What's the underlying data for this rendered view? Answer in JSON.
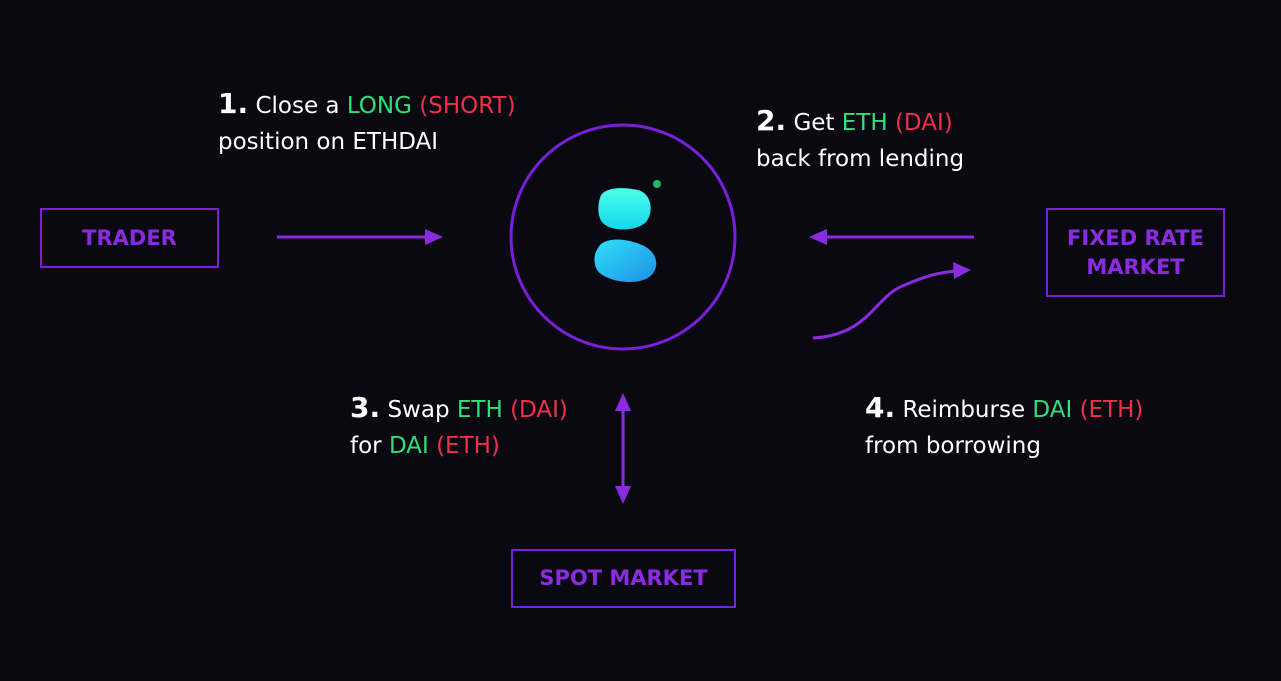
{
  "colors": {
    "background": "#0a0911",
    "purple": "#8a2be2",
    "long_green": "#2fe07a",
    "short_red": "#f0304a",
    "text": "#ffffff"
  },
  "nodes": {
    "trader": "TRADER",
    "fixed_rate_market_line1": "FIXED RATE",
    "fixed_rate_market_line2": "MARKET",
    "spot_market": "SPOT MARKET",
    "center_logo": "g-logo-icon"
  },
  "steps": {
    "s1": {
      "num": "1.",
      "pre": "Close a",
      "green": "LONG",
      "red": "(SHORT)",
      "line2": "position on ETHDAI"
    },
    "s2": {
      "num": "2.",
      "pre": "Get",
      "green": "ETH",
      "red": "(DAI)",
      "line2": "back from lending"
    },
    "s3": {
      "num": "3.",
      "pre": "Swap",
      "green": "ETH",
      "red": "(DAI)",
      "line2_pre": "for",
      "line2_green": "DAI",
      "line2_red": "(ETH)"
    },
    "s4": {
      "num": "4.",
      "pre": "Reimburse",
      "green": "DAI",
      "red": "(ETH)",
      "line2": "from borrowing"
    }
  }
}
